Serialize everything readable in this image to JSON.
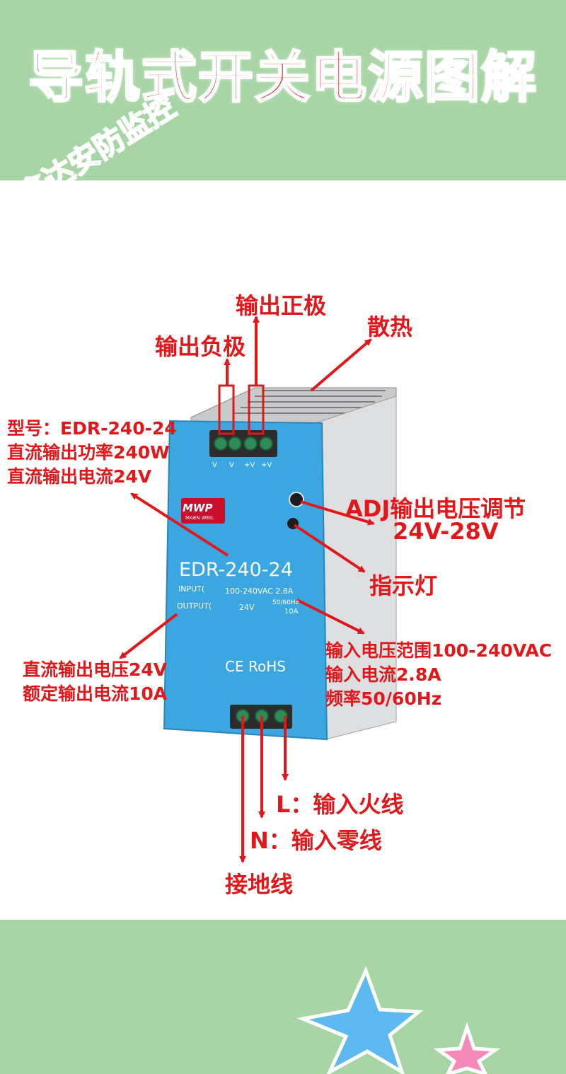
{
  "title": "导轨式开关电源图解",
  "watermark": "鑫达安防监控",
  "device": {
    "brand_logo": "MWP",
    "brand_sub": "MAEN WEIL",
    "model": "EDR-240-24",
    "input_label": "INPUT(",
    "input_value": "100-240VAC 2.8A",
    "freq": "50/60Hz",
    "output_label": "OUTPUT(",
    "output_value": "24V",
    "output_current": "10A",
    "terminal_labels": [
      "V",
      "V",
      "+V",
      "+V"
    ],
    "ce_rohs": "CE RoHS"
  },
  "labels": {
    "output_positive": "输出正极",
    "output_negative": "输出负极",
    "heat": "散热",
    "spec_lines": [
      "型号：EDR-240-24",
      "直流输出功率240W",
      "直流输出电流24V"
    ],
    "adj_line1": "ADJ输出电压调节",
    "adj_line2": "24V-28V",
    "indicator": "指示灯",
    "output_voltage_lines": [
      "直流输出电压24V",
      "额定输出电流10A"
    ],
    "input_lines": [
      "输入电压范围100-240VAC",
      "输入电流2.8A",
      "频率50/60Hz"
    ],
    "live": "L：输入火线",
    "neutral": "N：输入零线",
    "ground": "接地线"
  },
  "colors": {
    "background": "#a8d5a6",
    "label_red": "#e0181b",
    "device_blue": "#3ba6df",
    "watermark_blue": "#1f4bc4"
  }
}
